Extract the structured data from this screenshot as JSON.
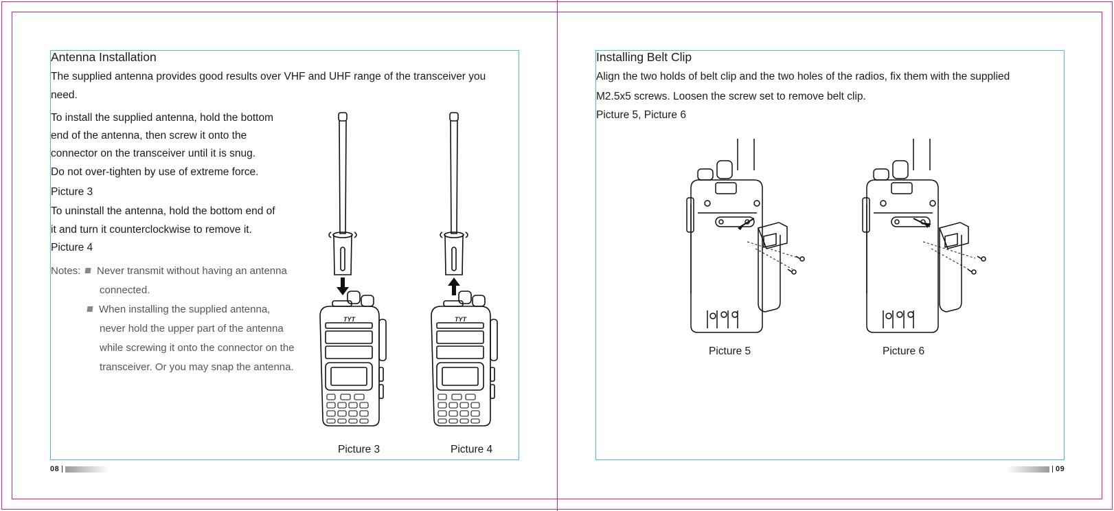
{
  "left_page": {
    "title": "Antenna Installation",
    "intro_line1": "The supplied antenna provides good results over VHF and UHF range of the transceiver you",
    "intro_line2": "need.",
    "install_lines": [
      "To install the supplied antenna, hold the bottom",
      "end of the antenna, then screw it onto the",
      "connector on the transceiver until it is snug.",
      "Do not over-tighten by use of extreme force."
    ],
    "install_ref": "Picture 3",
    "uninstall_lines": [
      "To uninstall the antenna, hold the bottom end of",
      "it and turn it counterclockwise to remove it."
    ],
    "uninstall_ref": "Picture 4",
    "notes_label": "Notes:",
    "note1_lines": [
      "Never transmit without having an antenna",
      "connected."
    ],
    "note2_lines": [
      "When installing the supplied antenna,",
      "never hold the upper part of the antenna",
      "while screwing it onto the connector on the",
      "transceiver. Or you may snap the antenna."
    ],
    "caption_left": "Picture 3",
    "caption_right": "Picture 4",
    "brand_text": "TYT",
    "page_number": "08"
  },
  "right_page": {
    "title": "Installing Belt Clip",
    "line1": "Align the two holds of belt clip and the two holes of the radios, fix them with the supplied",
    "line2": "M2.5x5 screws. Loosen the screw set to remove belt clip.",
    "refs": "Picture 5, Picture 6",
    "caption_left": "Picture 5",
    "caption_right": "Picture 6",
    "page_number": "09"
  },
  "colors": {
    "trim_marks": "#d81f8c",
    "content_frame": "#3cc0dc",
    "text": "#1a1a1a",
    "note_text": "#555555"
  }
}
